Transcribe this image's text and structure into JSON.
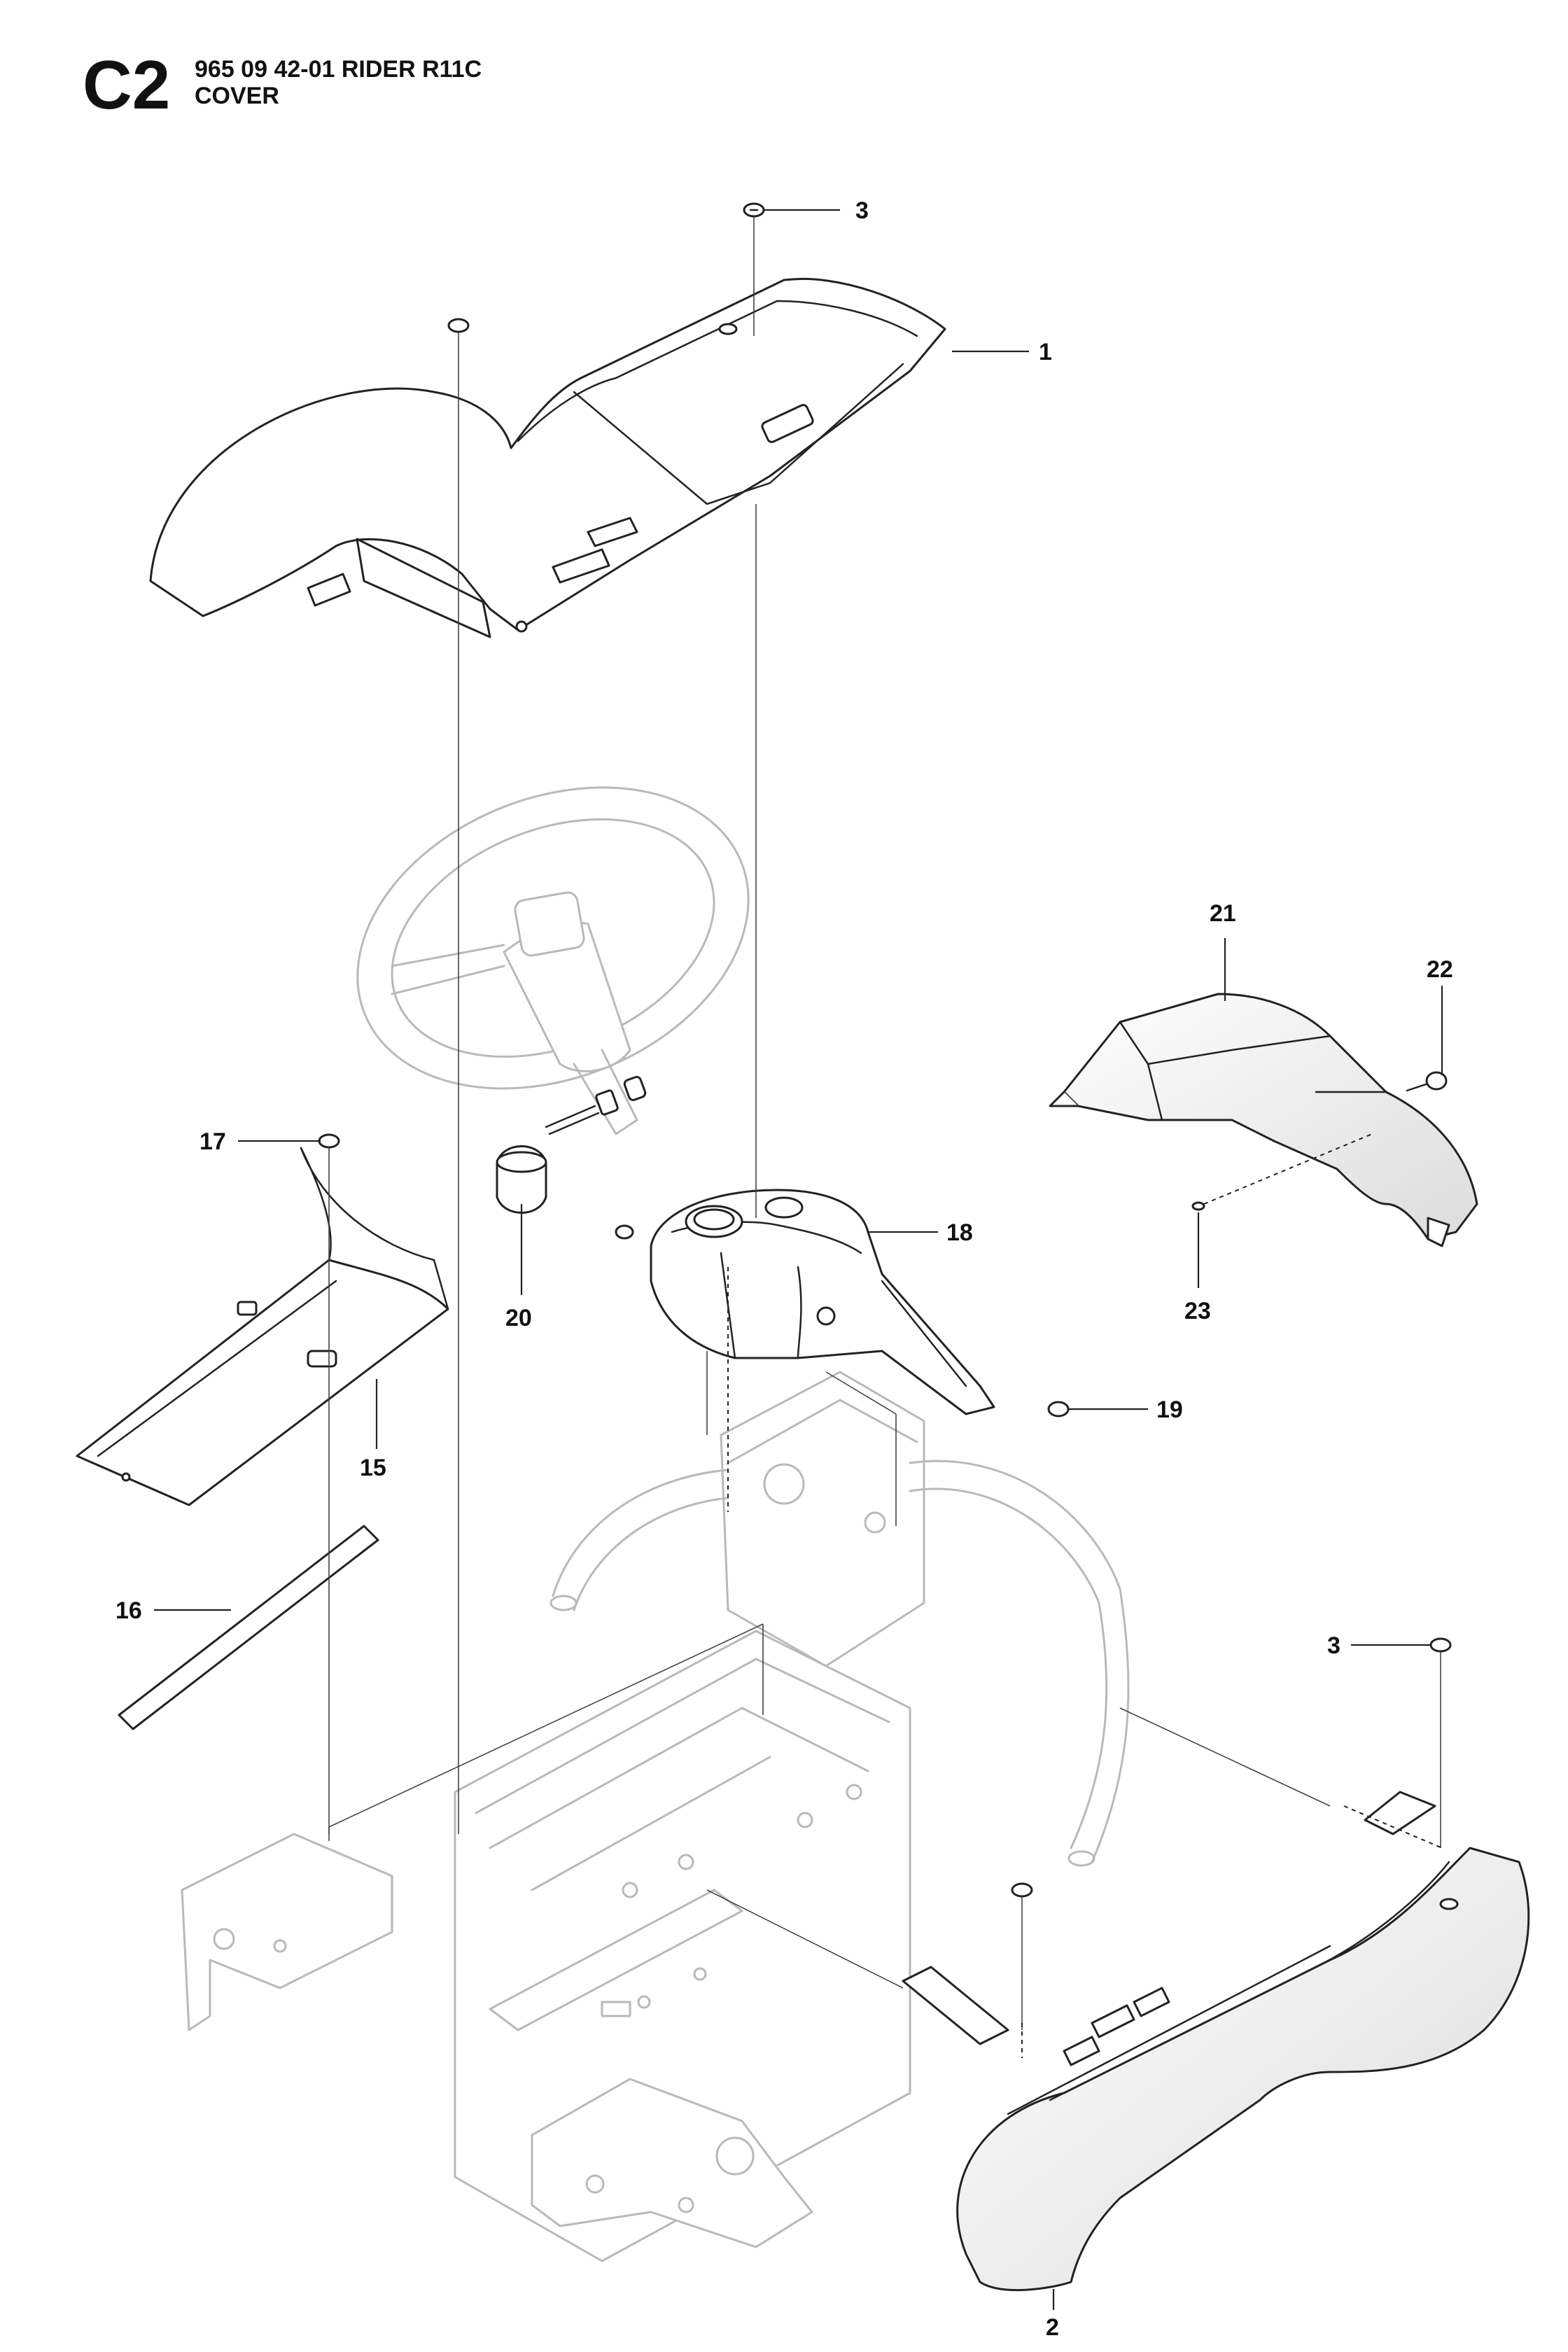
{
  "header": {
    "section_code": "C2",
    "part_number": "965 09 42-01 RIDER R11C",
    "group_name": "COVER"
  },
  "callouts": {
    "c1": "1",
    "c2": "2",
    "c3_top": "3",
    "c3_right": "3",
    "c15": "15",
    "c16": "16",
    "c17": "17",
    "c18": "18",
    "c19": "19",
    "c20": "20",
    "c21": "21",
    "c22": "22",
    "c23": "23"
  },
  "colors": {
    "ink": "#222222",
    "ghost": "#b9b9b9"
  }
}
